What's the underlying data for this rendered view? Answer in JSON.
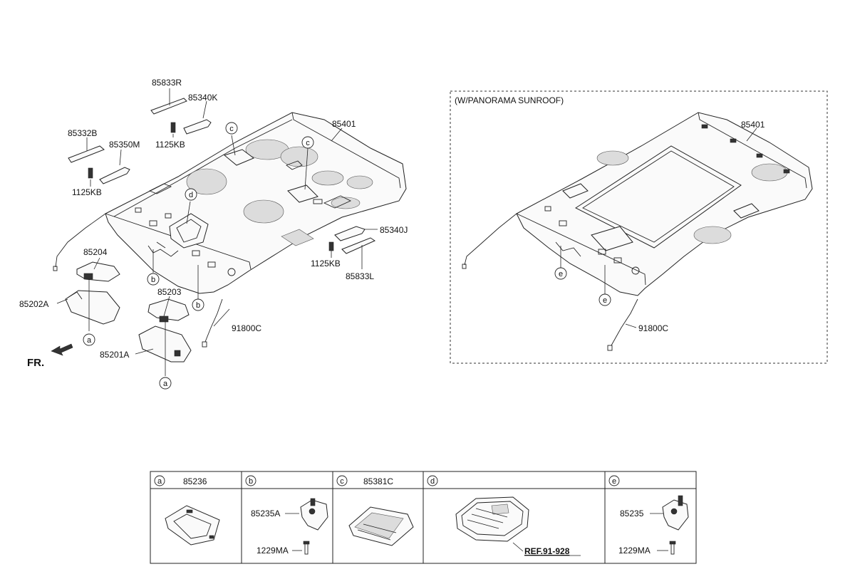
{
  "diagram": {
    "main_parts": {
      "headliner": "85401",
      "assist_handle_bracket_rr": "85833R",
      "assist_handle_rr": "85340K",
      "bolt_1": "1125KB",
      "assist_handle_bracket_lf": "85332B",
      "assist_handle_lf": "85350M",
      "bolt_2": "1125KB",
      "sunvisor_lh_cover": "85204",
      "sunvisor_lh": "85202A",
      "sunvisor_rh_cover": "85203",
      "sunvisor_rh": "85201A",
      "wiring": "91800C",
      "assist_handle_rh": "85340J",
      "bolt_3": "1125KB",
      "assist_handle_bracket_rl": "85833L",
      "front_label": "FR."
    },
    "panorama": {
      "title": "(W/PANORAMA SUNROOF)",
      "headliner": "85401",
      "wiring": "91800C"
    },
    "callouts": {
      "a": "a",
      "b": "b",
      "c": "c",
      "d": "d",
      "e": "e"
    },
    "detail_table": {
      "cells": [
        {
          "letter": "a",
          "part": "85236"
        },
        {
          "letter": "b",
          "part": "",
          "label_top": "85235A",
          "label_bottom": "1229MA"
        },
        {
          "letter": "c",
          "part": "85381C"
        },
        {
          "letter": "d",
          "part": "",
          "ref": "REF.91-928"
        },
        {
          "letter": "e",
          "part": "",
          "label_top": "85235",
          "label_bottom": "1229MA"
        }
      ]
    }
  }
}
